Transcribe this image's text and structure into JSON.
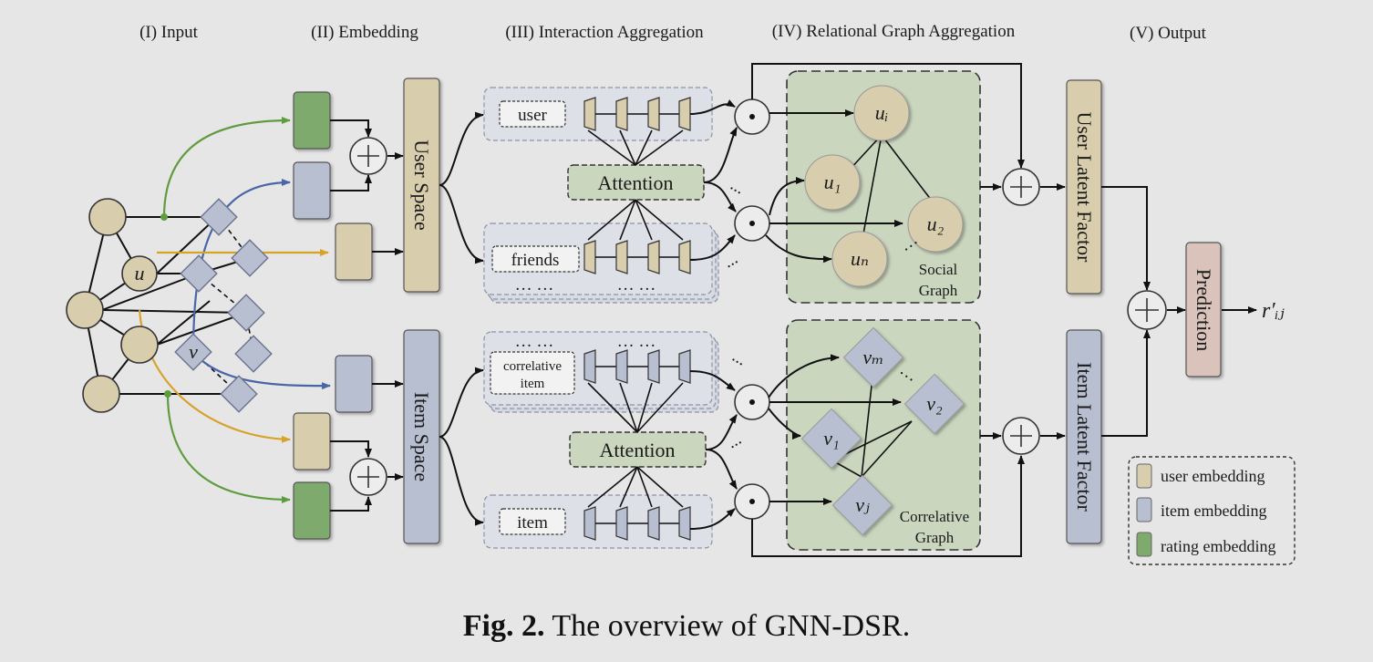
{
  "stages": {
    "input": "(I) Input",
    "embedding": "(II) Embedding",
    "interaction": "(III) Interaction Aggregation",
    "relational": "(IV) Relational Graph Aggregation",
    "output": "(V) Output"
  },
  "input_graph": {
    "user_node": "u",
    "item_node": "v"
  },
  "spaces": {
    "user": "User Space",
    "item": "Item Space"
  },
  "interaction": {
    "top": {
      "user_label": "user",
      "friends_label": "friends",
      "ellipsis_left": "… …",
      "ellipsis_right": "… …",
      "attention": "Attention"
    },
    "bottom": {
      "ellipsis_left": "… …",
      "ellipsis_right": "… …",
      "correlative_line1": "correlative",
      "correlative_line2": "item",
      "item_label": "item",
      "attention": "Attention"
    },
    "dots": "..."
  },
  "social_graph": {
    "ui": "uᵢ",
    "u1": "u₁",
    "u2": "u₂",
    "un": "uₙ",
    "ellipsis": "…",
    "title_line1": "Social",
    "title_line2": "Graph"
  },
  "correlative_graph": {
    "vm": "vₘ",
    "v2": "v₂",
    "v1": "v₁",
    "vj": "vⱼ",
    "ellipsis": "…",
    "title_line1": "Correlative",
    "title_line2": "Graph"
  },
  "latent": {
    "user": "User Latent Factor",
    "item": "Item Latent Factor"
  },
  "prediction": "Prediction",
  "output_symbol": "r′ᵢⱼ",
  "legend": [
    {
      "label": "user embedding",
      "color": "#d8cdac"
    },
    {
      "label": "item embedding",
      "color": "#b8bfd0"
    },
    {
      "label": "rating embedding",
      "color": "#7faa6e"
    }
  ],
  "caption": {
    "bold": "Fig. 2.",
    "text": " The overview of GNN-DSR."
  },
  "colors": {
    "user": "#d8cdac",
    "item": "#b8bfd0",
    "rating": "#7faa6e",
    "graph_bg": "#cbd6bf",
    "prediction": "#d9c3bb",
    "edge_green": "#5e9c3e",
    "edge_blue": "#4a66a8",
    "edge_gold": "#d7a22a"
  }
}
